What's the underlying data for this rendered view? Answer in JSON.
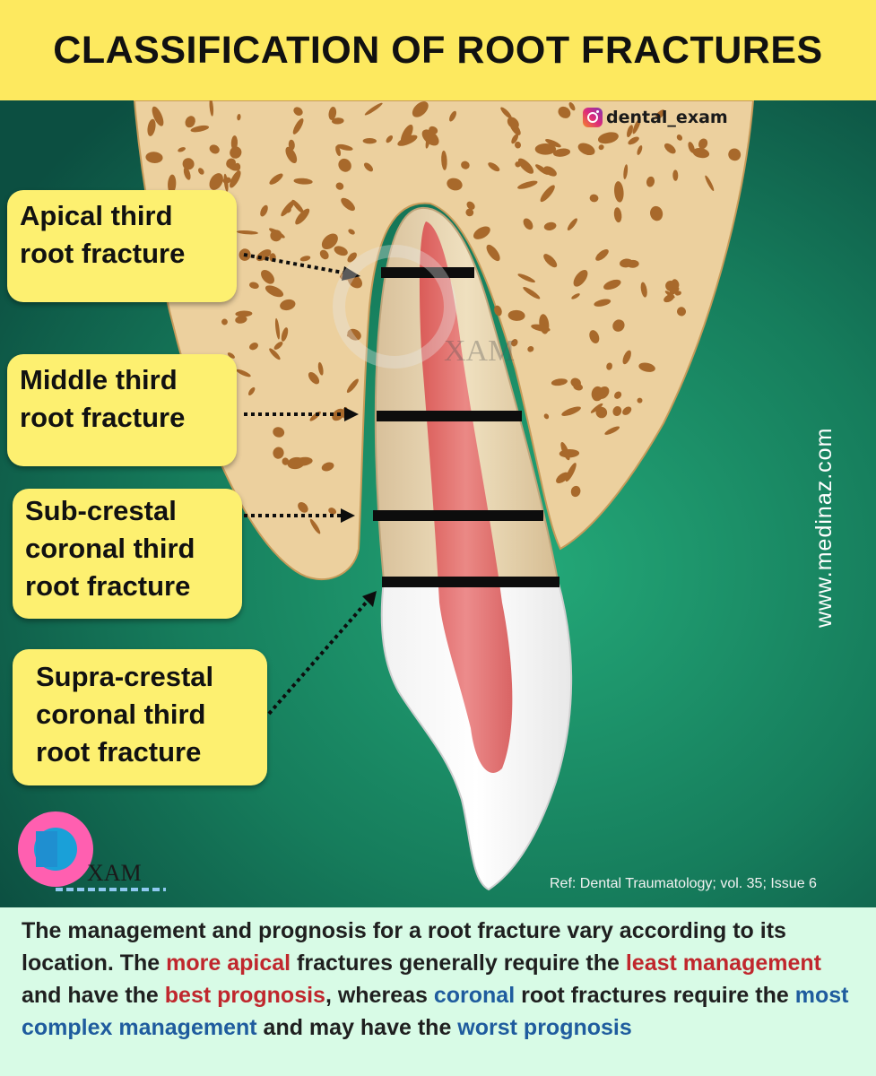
{
  "title": "CLASSIFICATION OF ROOT FRACTURES",
  "social_handle": "dental_exam",
  "watermark_text": "XAM",
  "logo_text": "XAM",
  "side_url": "www.medinaz.com",
  "reference": "Ref: Dental Traumatology; vol. 35; Issue 6",
  "labels": [
    {
      "line1": "Apical third",
      "line2": "root fracture"
    },
    {
      "line1": "Middle third",
      "line2": "root fracture"
    },
    {
      "line1": "Sub-crestal",
      "line2": "coronal third",
      "line3": "root fracture"
    },
    {
      "line1": "Supra-crestal",
      "line2": "coronal third",
      "line3": "root fracture"
    }
  ],
  "footer": {
    "s1": "The management and prognosis for a root fracture vary according to its location. The ",
    "s2": "more apical",
    "s3": " fractures generally require the ",
    "s4": "least management",
    "s5": " and have the ",
    "s6": "best prognosis",
    "s7": ", whereas ",
    "s8": "coronal",
    "s9": " root fractures require the ",
    "s10": "most complex management",
    "s11": " and may have the ",
    "s12": "worst prognosis"
  },
  "colors": {
    "header_bg": "#fde95f",
    "label_bg": "#fdf070",
    "background_green": "#1a8a63",
    "bone": "#ecd09e",
    "bone_pores": "#a8692b",
    "pulp": "#e26d6d",
    "footer_bg": "#d8fbe6",
    "highlight_red": "#c0272d",
    "highlight_blue": "#1f5c9e"
  }
}
